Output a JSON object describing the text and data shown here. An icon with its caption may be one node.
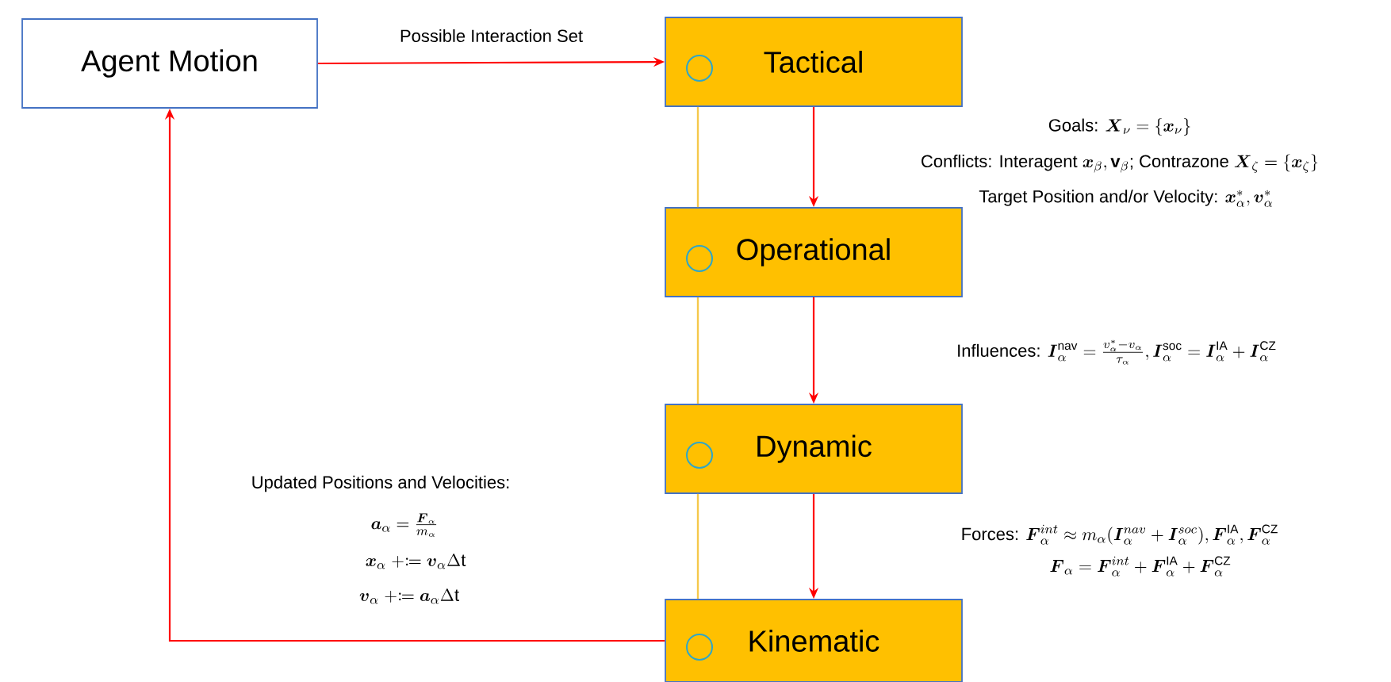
{
  "diagram": {
    "nodes": [
      {
        "text": [
          "Agent Motion"
        ]
      },
      {
        "text": [
          "Tactical"
        ]
      },
      {
        "text": [
          "Operational"
        ]
      },
      {
        "text": [
          "Dynamic"
        ]
      },
      {
        "text": [
          "Kinematic"
        ]
      }
    ],
    "edges": [
      {
        "from": 0,
        "to": 1,
        "arrow": "to",
        "label": "Possible Interaction Set"
      },
      {
        "from": 1,
        "to": 2,
        "arrow": "to"
      },
      {
        "from": 2,
        "to": 3,
        "arrow": "to"
      },
      {
        "from": 3,
        "to": 4,
        "arrow": "to"
      },
      {
        "from": 4,
        "to": 0,
        "arrow": "to"
      },
      {
        "from": 1,
        "to": 2,
        "arrow": "none",
        "color": "#f5c84c"
      },
      {
        "from": 2,
        "to": 3,
        "arrow": "none",
        "color": "#f5c84c"
      },
      {
        "from": 3,
        "to": 4,
        "arrow": "none",
        "color": "#f5c84c"
      }
    ],
    "labels": [
      "\\text{Goals: }\\boldsymbol{X}_{\\nu}=\\{\\boldsymbol{x}_{\\nu}\\}",
      "\\text{Conflicts: Interagent }\\boldsymbol{x}_{\\beta},\\mathbf{v}_{\\beta}\\text{; Contrazone }\\boldsymbol{X}_{\\zeta}=\\{\\boldsymbol{x}_{\\zeta}\\}",
      "\\text{Target Position and/or Velocity: }\\boldsymbol{x}_{\\alpha}^{*},\\boldsymbol{v}_{\\alpha}^{*}",
      "\\text{Influences: }\\boldsymbol{I}_{\\alpha}^{\\mathrm{nav}}=\\frac{v_{\\alpha}^{*}-v_{\\alpha}}{\\tau_{\\alpha}},\\boldsymbol{I}_{\\alpha}^{\\mathrm{soc}}=\\boldsymbol{I}_{\\alpha}^{\\mathrm{IA}}+\\boldsymbol{I}_{\\alpha}^{\\mathrm{CZ}}",
      "\\text{Forces: }\\boldsymbol{F}_{\\alpha}^{int}\\approx m_{\\alpha}(\\boldsymbol{I}_{\\alpha}^{nav}+\\boldsymbol{I}_{\\alpha}^{soc}),\\boldsymbol{F}_{\\alpha}^{\\mathrm{IA}},\\boldsymbol{F}_{\\alpha}^{\\mathrm{CZ}}",
      "\\boldsymbol{F}_{\\alpha}=\\boldsymbol{F}_{\\alpha}^{int}+\\boldsymbol{F}_{\\alpha}^{\\mathrm{IA}}+\\boldsymbol{F}_{\\alpha}^{\\mathrm{CZ}}",
      "\\text{Updated Positions and Velocities:}",
      "\\boldsymbol{a}_{\\alpha}=\\frac{\\boldsymbol{F}_{\\alpha}}{m_{\\alpha}}",
      "\\boldsymbol{x}_{\\alpha}\\mathrel{+}\\coloneqq\\boldsymbol{v}_{\\alpha}\\Delta\\mathrm{t}",
      "\\boldsymbol{v}_{\\alpha}\\mathrel{+}\\coloneqq\\boldsymbol{a}_{\\alpha}\\Delta\\mathrm{t}"
    ]
  }
}
